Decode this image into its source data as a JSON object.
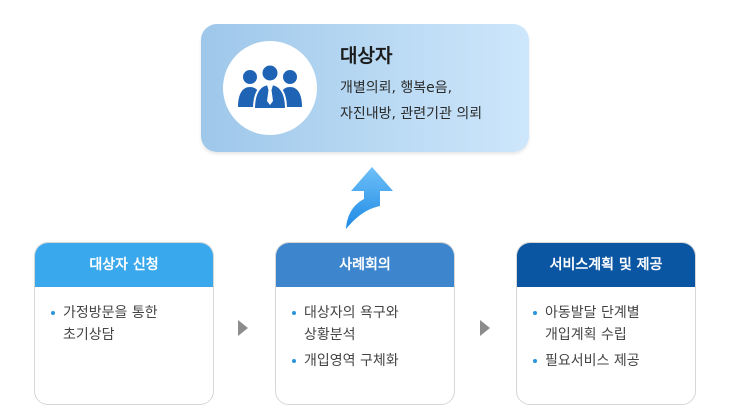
{
  "colors": {
    "step1_header": "#3aa8ec",
    "step2_header": "#3d86cd",
    "step3_header": "#0a56a3",
    "bullet": "#2a94dc",
    "target_gradient_start": "#9ec7ea",
    "target_gradient_end": "#cde6fb",
    "people_icon": "#1f63b5",
    "arrow": "#3ea0ee"
  },
  "target": {
    "icon": "people-group-icon",
    "title": "대상자",
    "lines": [
      "개별의뢰, 행복e음,",
      "자진내방, 관련기관 의뢰"
    ]
  },
  "arrow_icon": "up-arrow-icon",
  "steps": [
    {
      "title": "대상자 신청",
      "items": [
        "가정방문을 통한",
        "초기상담"
      ]
    },
    {
      "title": "사례회의",
      "items": [
        "대상자의 욕구와",
        "상황분석",
        "개입영역 구체화"
      ]
    },
    {
      "title": "서비스계획 및 제공",
      "items": [
        "아동발달 단계별",
        "개입계획 수립",
        "필요서비스 제공"
      ]
    }
  ],
  "connector_icon": "triangle-right-icon"
}
